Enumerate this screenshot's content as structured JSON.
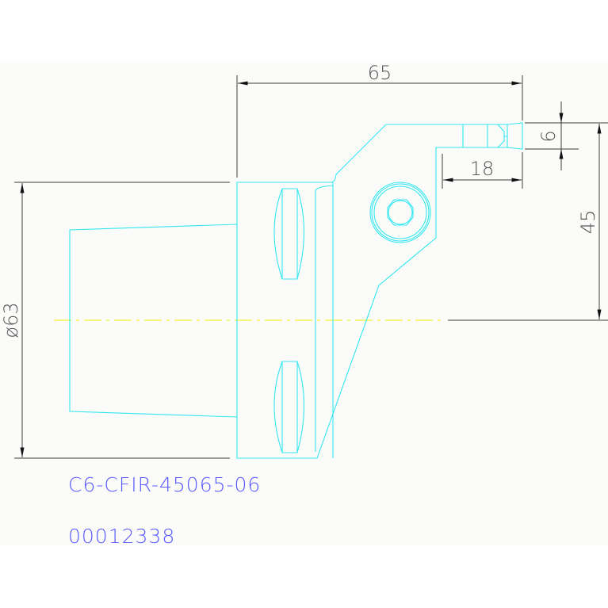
{
  "drawing": {
    "dimensions": {
      "length": "65",
      "diameter": "ø63",
      "height": "45",
      "insert_width": "6",
      "insert_length": "18"
    },
    "part_number": "C6-CFIR-45065-06",
    "item_code": "00012338",
    "colors": {
      "part": "#33e6f0",
      "centerline": "#f0f000",
      "dimension": "#3c3c3c",
      "text": "#5a5aff"
    }
  }
}
